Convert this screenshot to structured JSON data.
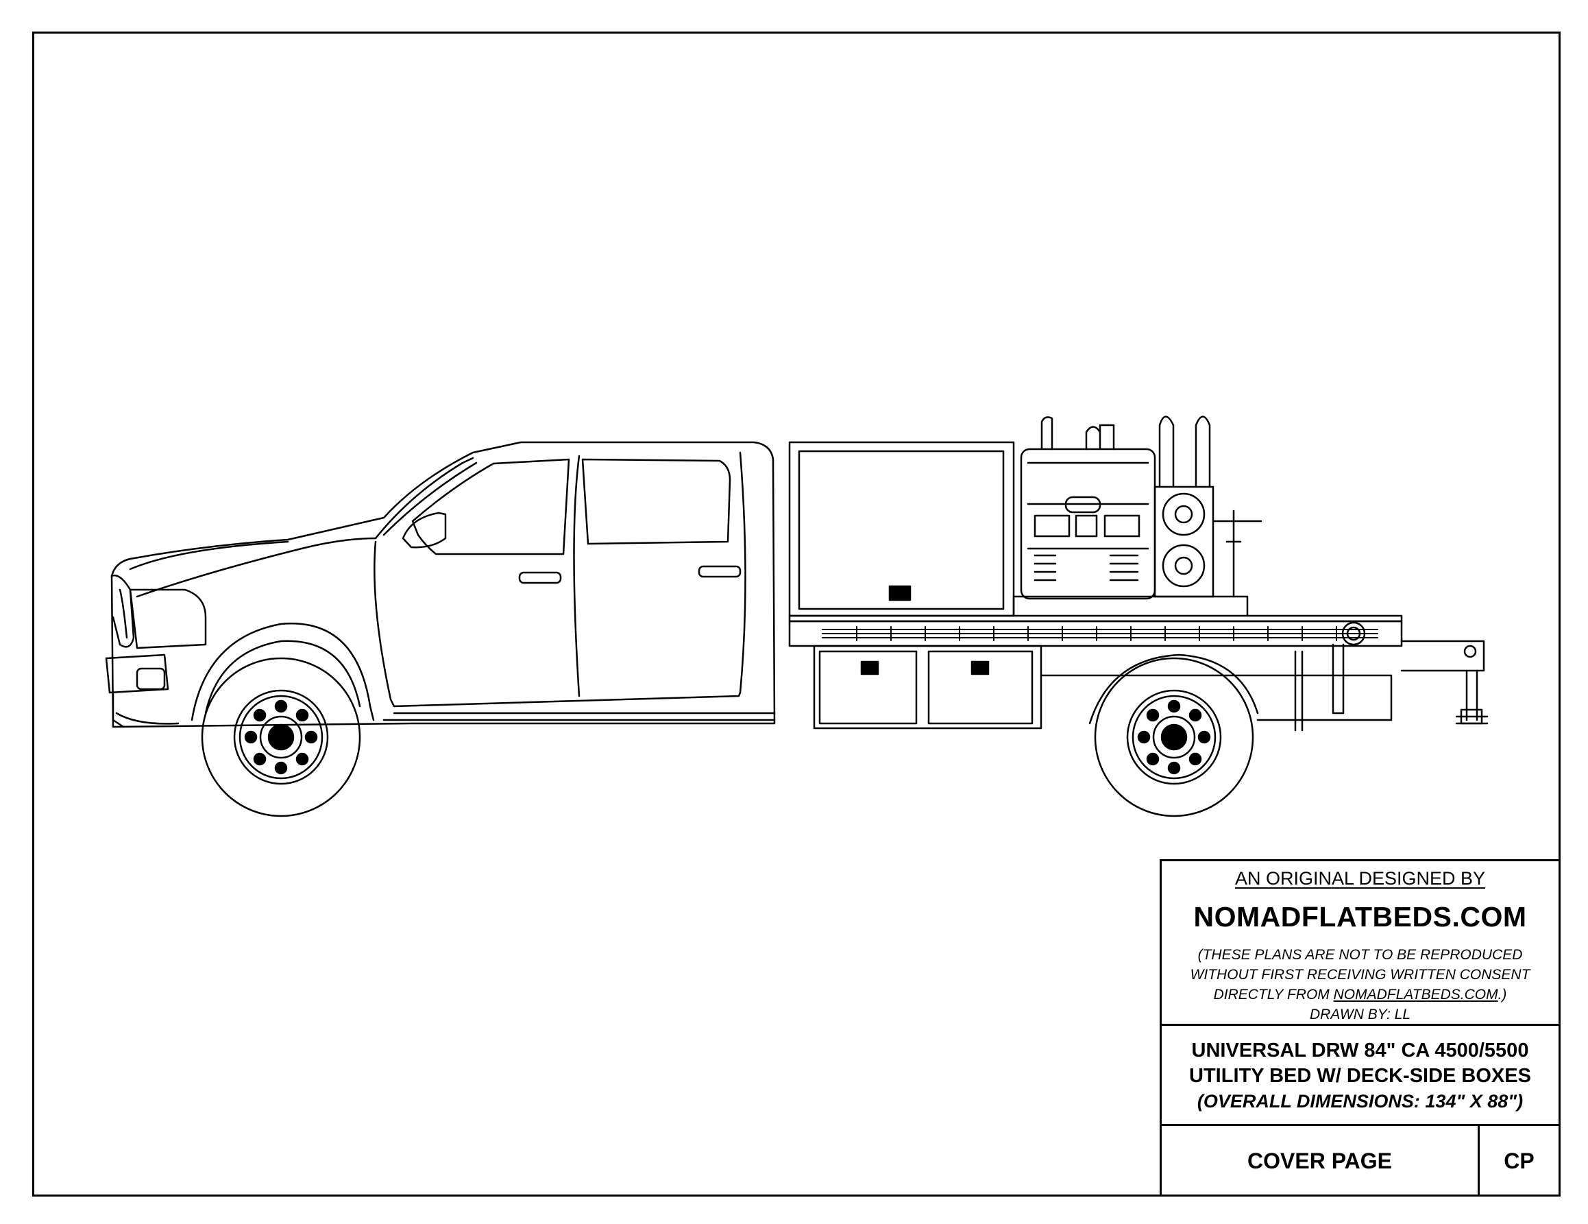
{
  "title_block": {
    "heading": "AN ORIGINAL DESIGNED BY",
    "brand": "NOMADFLATBEDS.COM",
    "notice_line1": "(THESE PLANS ARE NOT TO BE REPRODUCED",
    "notice_line2": "WITHOUT FIRST RECEIVING WRITTEN CONSENT",
    "notice_line3_prefix": "DIRECTLY FROM ",
    "notice_line3_link": "NOMADFLATBEDS.COM",
    "notice_line3_suffix": ".)",
    "drawn_by": "DRAWN BY: LL",
    "title_line1": "UNIVERSAL DRW 84\" CA 4500/5500",
    "title_line2": "UTILITY BED W/ DECK-SIDE BOXES",
    "title_line3": "(OVERALL DIMENSIONS: 134\" X 88\")",
    "sheet_name": "COVER PAGE",
    "sheet_code": "CP"
  },
  "drawing": {
    "subject": "truck-with-flatbed-side-elevation",
    "line_color": "#000000",
    "background": "#ffffff"
  }
}
